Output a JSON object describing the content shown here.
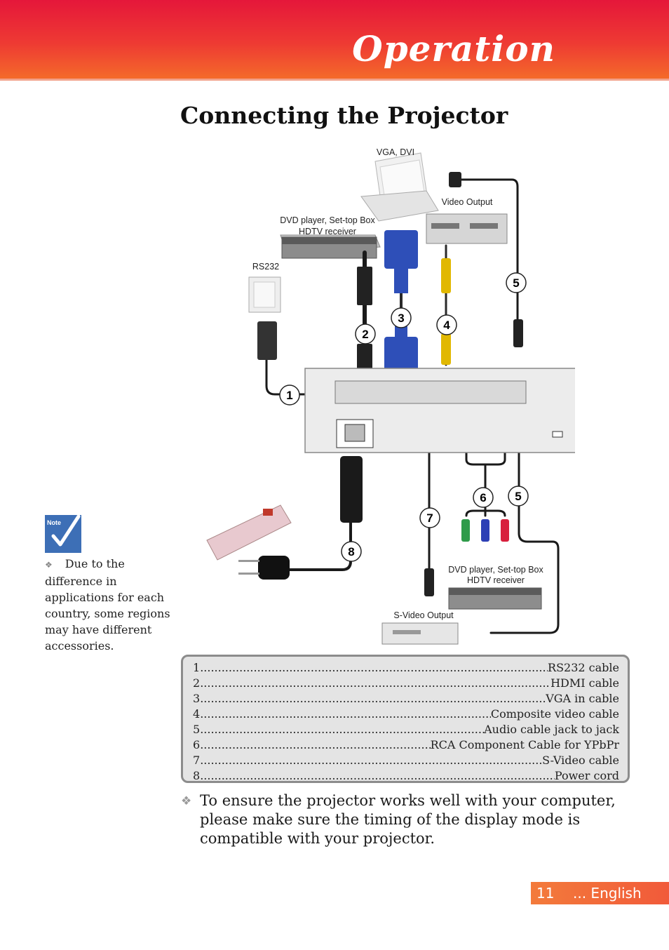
{
  "header": {
    "title": "Operation"
  },
  "page_title": "Connecting the Projector",
  "diagram": {
    "labels": {
      "vga": "VGA, DVI",
      "video_output": "Video Output",
      "dvd_top_line1": "DVD player, Set-top Box",
      "dvd_top_line2": "HDTV receiver",
      "rs232": "RS232",
      "dvd_bottom_line1": "DVD player, Set-top Box",
      "dvd_bottom_line2": "HDTV receiver",
      "svideo_output": "S-Video Output"
    },
    "callouts": {
      "c1": "1",
      "c2": "2",
      "c3": "3",
      "c4": "4",
      "c5a": "5",
      "c5b": "5",
      "c6": "6",
      "c7": "7",
      "c8": "8"
    }
  },
  "note": {
    "badge": "Note",
    "text": "Due to the difference in applications for each country, some regions may have different accessories."
  },
  "legend": [
    {
      "num": "1",
      "name": "RS232 cable"
    },
    {
      "num": "2",
      "name": "HDMI cable"
    },
    {
      "num": "3",
      "name": "VGA in cable"
    },
    {
      "num": "4",
      "name": "Composite video cable"
    },
    {
      "num": "5",
      "name": "Audio cable jack to jack"
    },
    {
      "num": "6",
      "name": "RCA Component Cable for YPbPr"
    },
    {
      "num": "7",
      "name": "S-Video cable"
    },
    {
      "num": "8",
      "name": "Power cord"
    }
  ],
  "tip": {
    "bullet": "❖",
    "text": "To ensure the projector works well with your computer, please make sure the timing of the display mode is compatible with your projector."
  },
  "footer": {
    "page_number": "11",
    "language": "... English"
  },
  "colors": {
    "header": "#e5173a",
    "footer": "#f15a3a",
    "note_icon": "#3d6fb6"
  }
}
